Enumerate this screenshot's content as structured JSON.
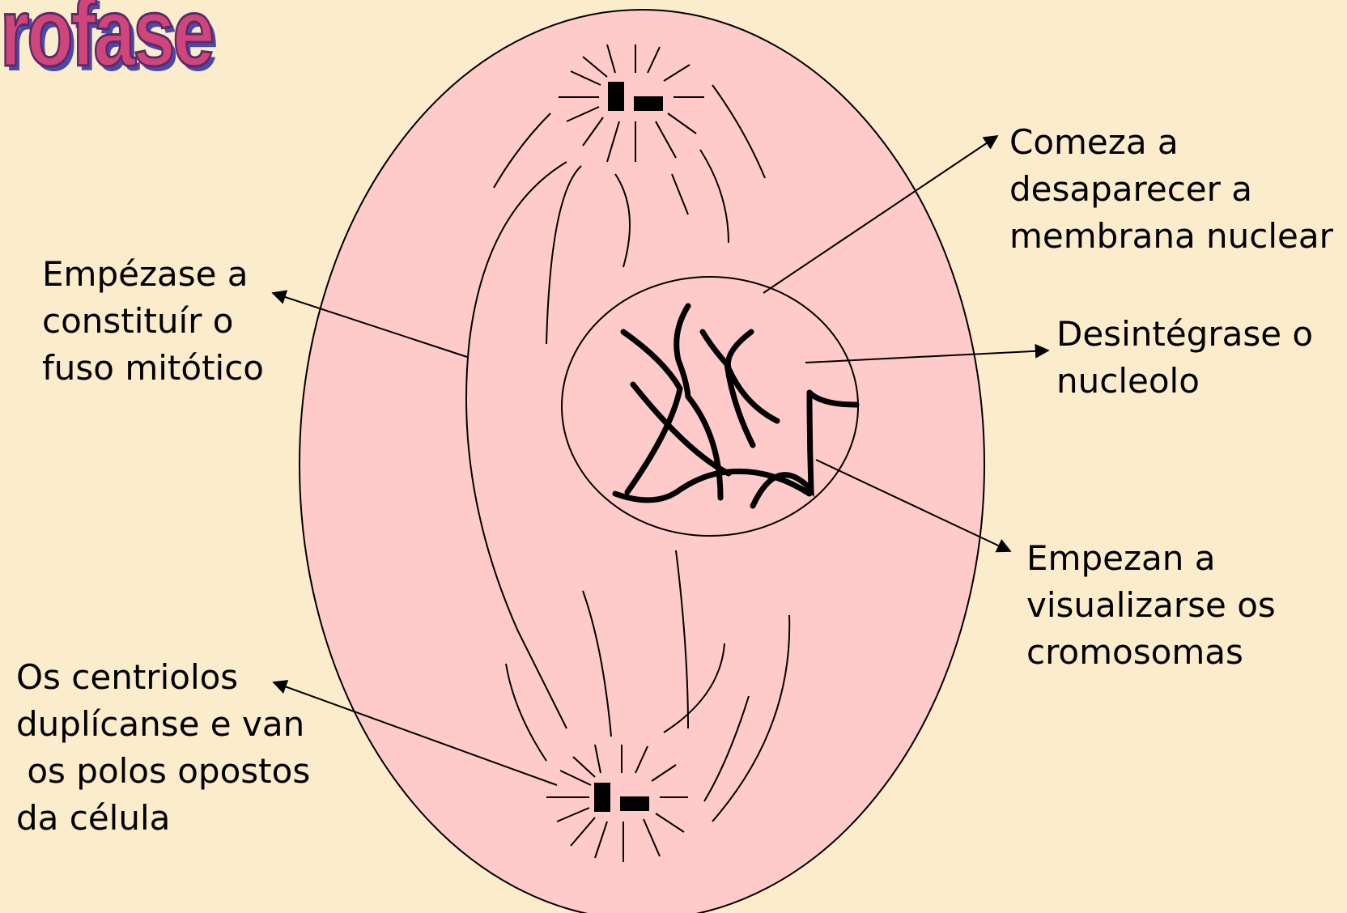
{
  "title": "rofase",
  "labels": {
    "membrane": "Comeza a\ndesaparecer a\nmembrana nuclear",
    "nucleolus": "Desintégrase o\nnucleolo",
    "chromosomes": "Empezan a\nvisualizarse os\ncromosomas",
    "spindle": "Empézase a\nconstituír o\nfuso mitótico",
    "centrioles": "Os centriolos\nduplícanse e van\n os polos opostos\nda célula"
  },
  "colors": {
    "background": "#fbeccb",
    "cell": "#ffcaca",
    "title_fill": "#d0457a",
    "title_shadow": "#4a4aa8"
  }
}
